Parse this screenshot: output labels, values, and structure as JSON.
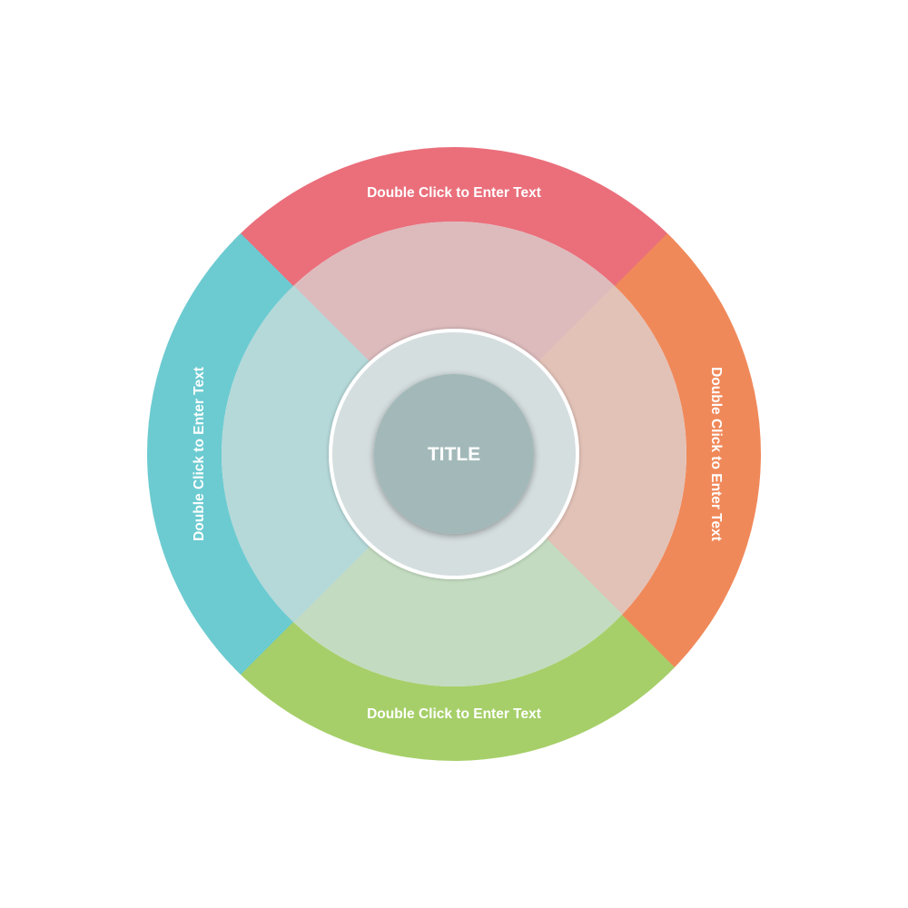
{
  "diagram": {
    "title": "TITLE",
    "segments": [
      {
        "id": "top",
        "label": "Double Click to Enter Text",
        "outer_color": "#ea6f7b",
        "inner_color": "#ddbbbd"
      },
      {
        "id": "right",
        "label": "Double Click to Enter Text",
        "outer_color": "#f0895a",
        "inner_color": "#e2c2b7"
      },
      {
        "id": "bottom",
        "label": "Double Click to Enter Text",
        "outer_color": "#a6cf69",
        "inner_color": "#c3dbc0"
      },
      {
        "id": "left",
        "label": "Double Click to Enter Text",
        "outer_color": "#6ccbd1",
        "inner_color": "#b5d8d9"
      }
    ],
    "center": {
      "ring_color": "#d5dedf",
      "core_color": "#a3b9b9",
      "divider_color": "#e4e9e9"
    }
  }
}
